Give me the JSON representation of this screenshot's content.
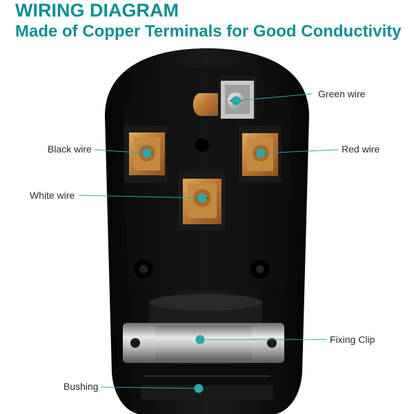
{
  "header": {
    "title": "WIRING DIAGRAM",
    "subtitle": "Made of Copper Terminals for Good Conductivity"
  },
  "labels": {
    "green_wire": "Green wire",
    "black_wire": "Black wire",
    "red_wire": "Red wire",
    "white_wire": "White wire",
    "fixing_clip": "Fixing Clip",
    "bushing": "Bushing"
  },
  "colors": {
    "accent": "#0f8f95",
    "leader": "#2aa7ad",
    "plug_body": "#0d0d0d",
    "copper": "#c98a3c",
    "metal_clip": "#b9b9b9"
  }
}
